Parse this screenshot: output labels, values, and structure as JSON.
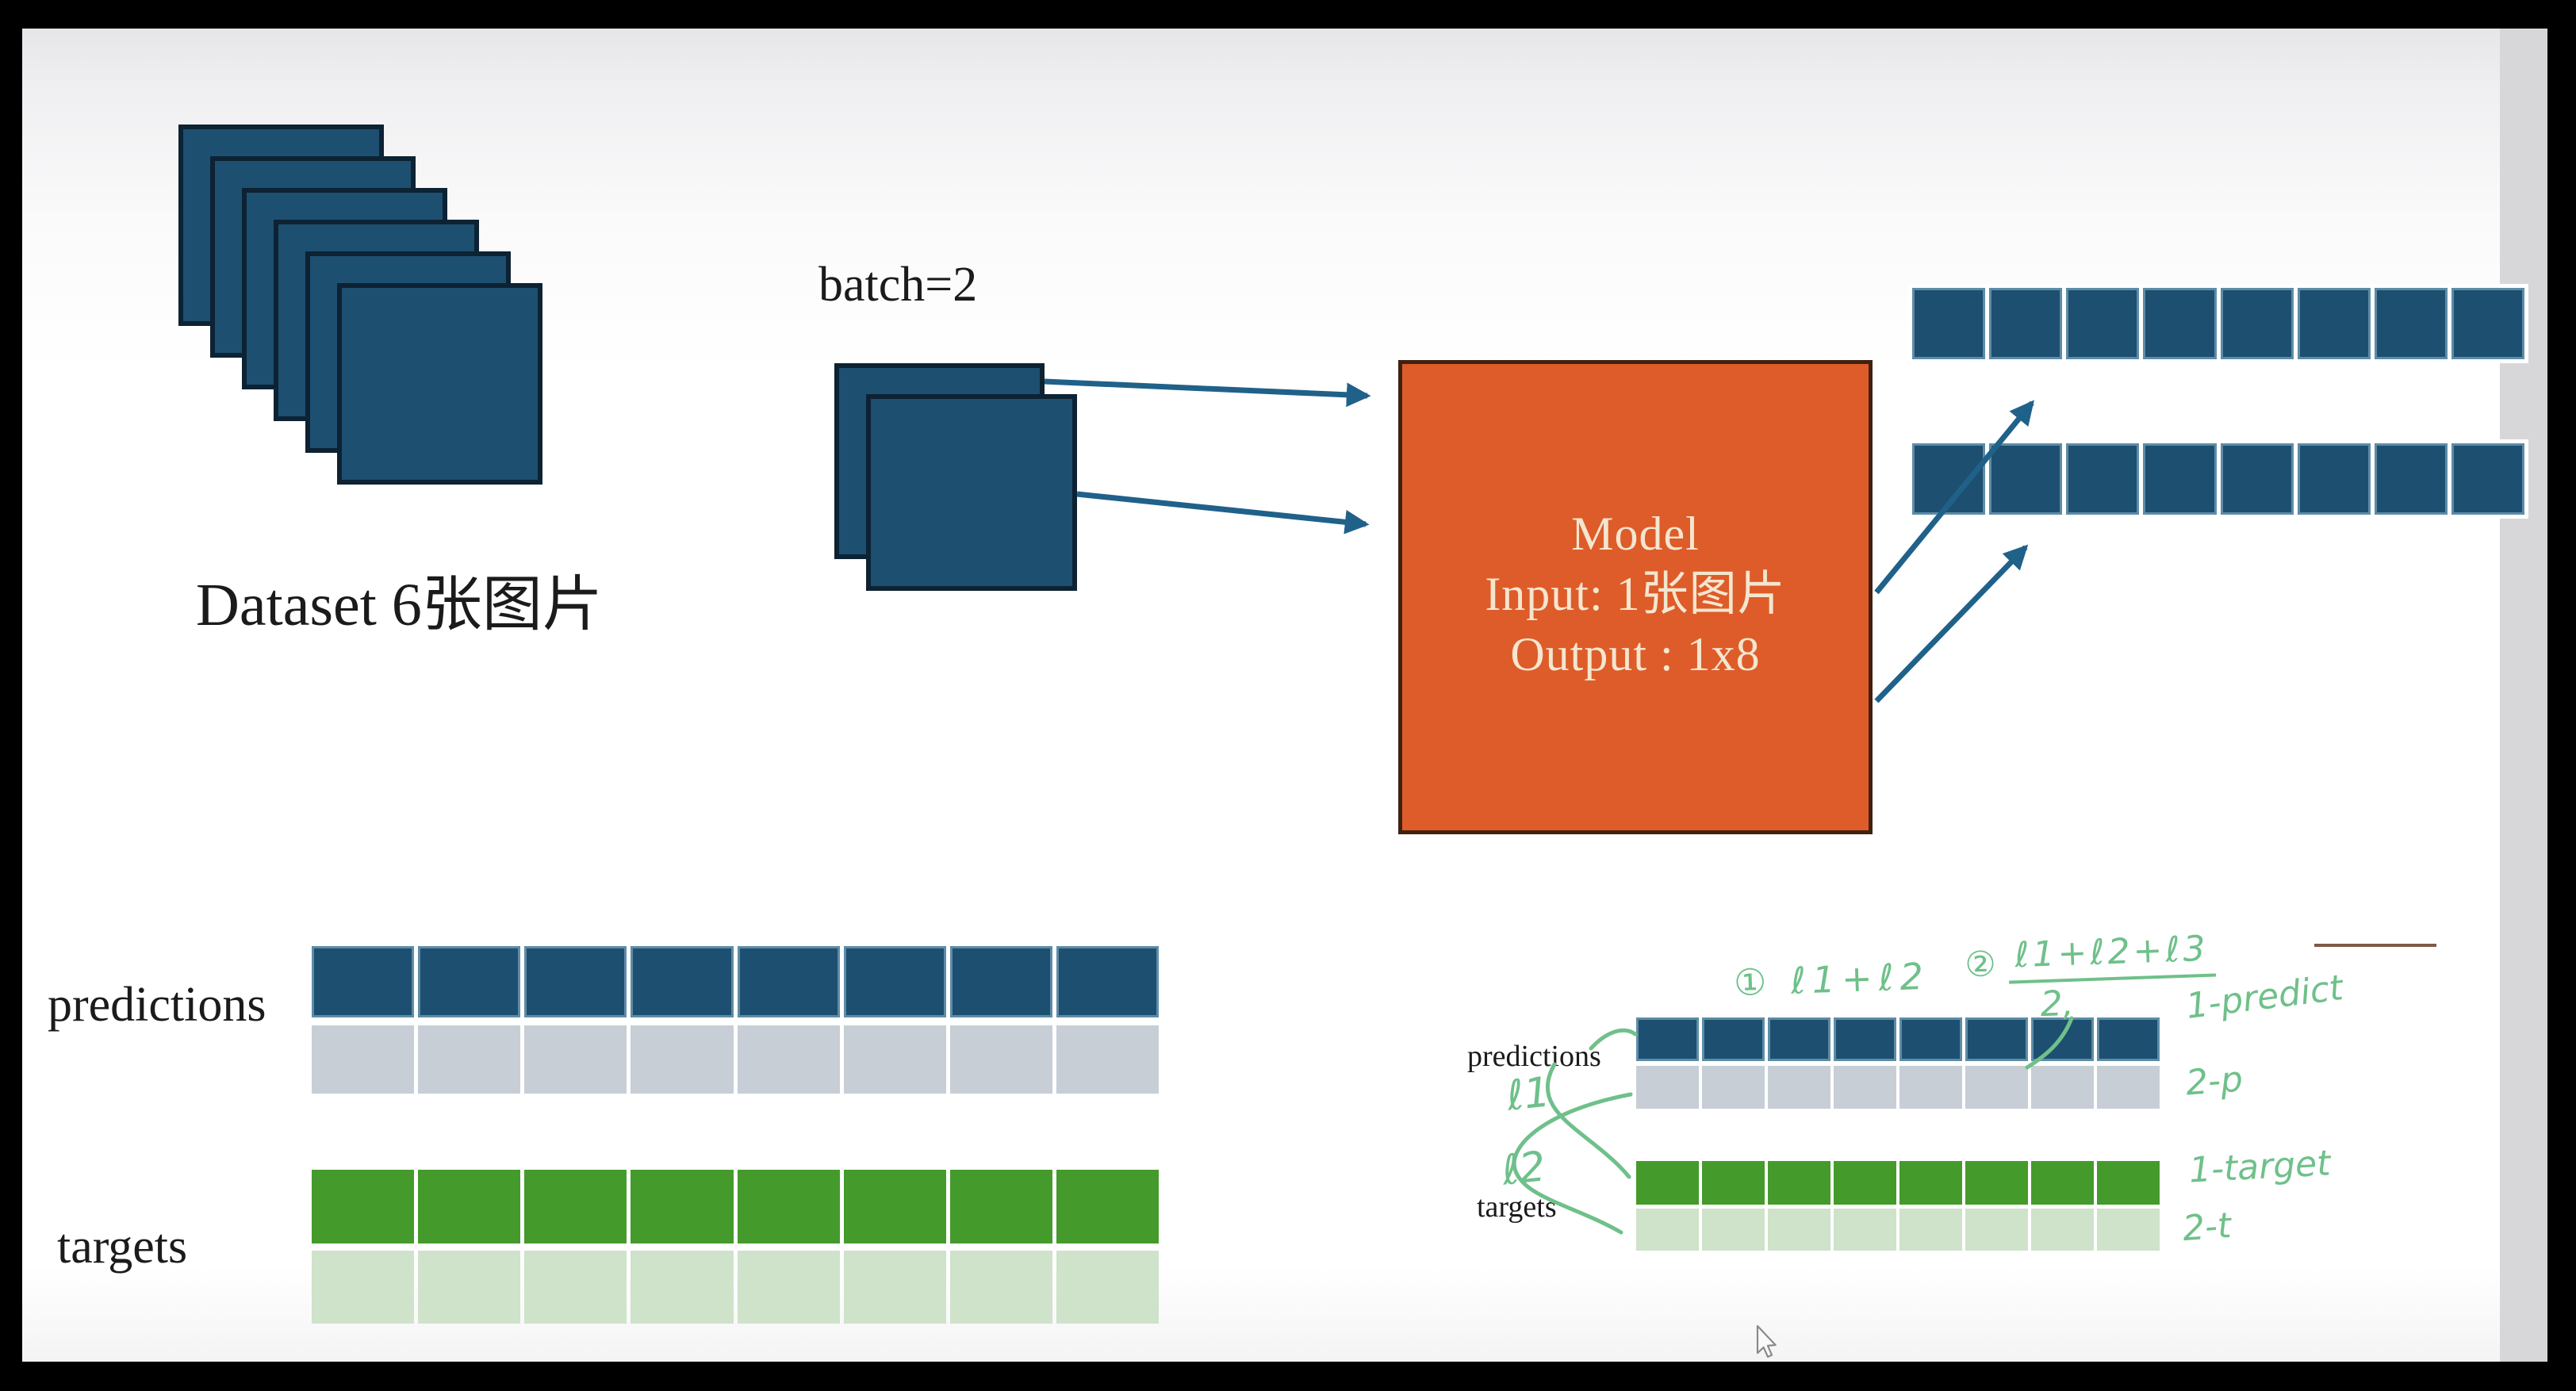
{
  "colors": {
    "cell_blue": "#1d4f70",
    "cell_gray": "#c7ced6",
    "cell_green": "#449b2b",
    "cell_pale_green": "#cfe2ca",
    "model_orange": "#de5c2a",
    "arrow_blue": "#20618a",
    "handwriting_green": "#6fc08a",
    "brown_line": "#7e5a49"
  },
  "dataset": {
    "label": "Dataset 6张图片",
    "image_count": 6
  },
  "batch": {
    "label": "batch=2",
    "image_count": 2
  },
  "model": {
    "title": "Model",
    "input_line": "Input: 1张图片",
    "output_line": "Output : 1x8"
  },
  "model_output": {
    "rows": 2,
    "cells_per_row": 8
  },
  "left_panel": {
    "predictions_label": "predictions",
    "targets_label": "targets",
    "cells_per_row": 8
  },
  "right_panel": {
    "predictions_label": "predictions",
    "targets_label": "targets",
    "cells_per_row": 8,
    "annotations": {
      "formula1": "① ℓ1+ℓ2",
      "formula2_index": "②",
      "formula2_numerator": "ℓ1+ℓ2+ℓ3",
      "formula2_denominator": "2,",
      "loss1": "ℓ1",
      "loss2": "ℓ2",
      "row1_label": "1-predict",
      "row2_label": "2-p",
      "row3_label": "1-target",
      "row4_label": "2-t"
    }
  }
}
